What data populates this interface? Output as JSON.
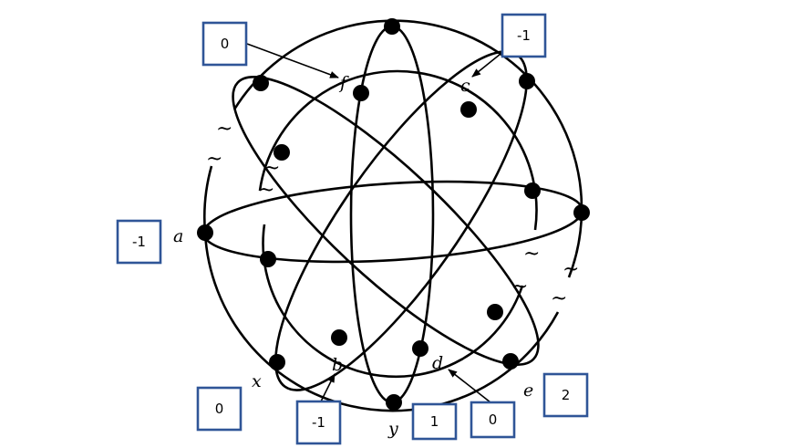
{
  "vertex_labels": {
    "f": "f",
    "c": "c",
    "a": "a",
    "x": "x",
    "b": "b",
    "d": "d",
    "y": "y",
    "e": "e"
  },
  "weight_boxes": {
    "f_box": "0",
    "c_box": "-1",
    "a_box": "-1",
    "x_box": "0",
    "b_box": "-1",
    "y_box": "1",
    "d_box": "0",
    "e_box": "2"
  },
  "cut_marker": "~"
}
